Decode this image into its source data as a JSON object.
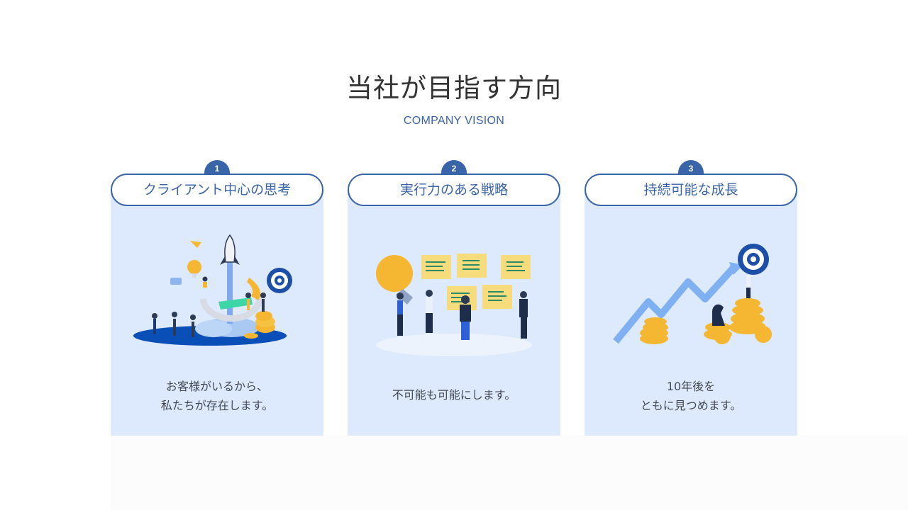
{
  "header": {
    "title": "当社が目指す方向",
    "subtitle": "COMPANY VISION"
  },
  "colors": {
    "accent": "#3a64a8",
    "card_bg": "#dde9fc",
    "text": "#333333"
  },
  "cards": [
    {
      "number": "1",
      "title": "クライアント中心の思考",
      "illustration": "rocket-launch-team-illustration",
      "line1": "お客様がいるから、",
      "line2": "私たちが存在します。"
    },
    {
      "number": "2",
      "title": "実行力のある戦略",
      "illustration": "idea-planning-team-illustration",
      "line1": "不可能も可能にします。",
      "line2": ""
    },
    {
      "number": "3",
      "title": "持続可能な成長",
      "illustration": "growth-chart-coins-target-illustration",
      "line1": "10年後を",
      "line2": "ともに見つめます。"
    }
  ]
}
